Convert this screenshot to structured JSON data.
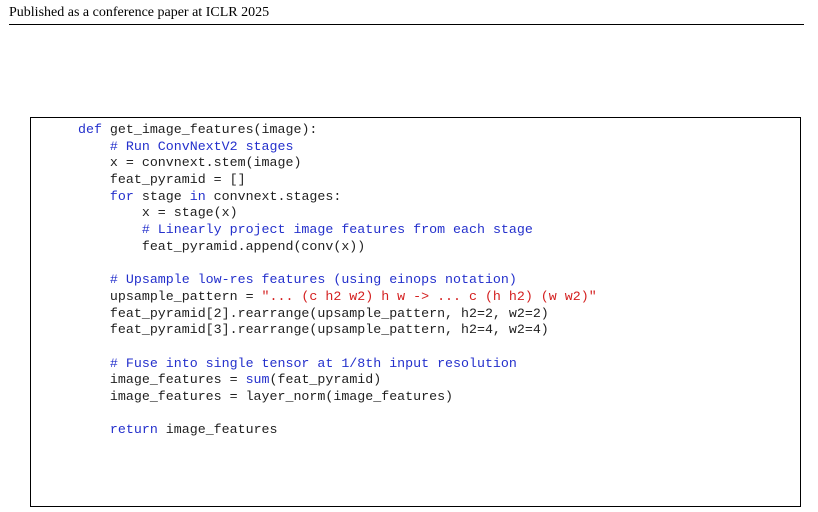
{
  "header": {
    "text": "Published as a conference paper at ICLR 2025"
  },
  "colors": {
    "keyword": "#2430cc",
    "comment": "#2430cc",
    "string": "#d42020",
    "builtin": "#2430cc",
    "plain": "#1f1f1f"
  },
  "code": {
    "lines": [
      [
        {
          "t": "kw",
          "v": "def"
        },
        {
          "t": "plain",
          "v": " get_image_features(image):"
        }
      ],
      [
        {
          "t": "plain",
          "v": "    "
        },
        {
          "t": "cm",
          "v": "# Run ConvNextV2 stages"
        }
      ],
      [
        {
          "t": "plain",
          "v": "    x = convnext.stem(image)"
        }
      ],
      [
        {
          "t": "plain",
          "v": "    feat_pyramid = []"
        }
      ],
      [
        {
          "t": "plain",
          "v": "    "
        },
        {
          "t": "kw",
          "v": "for"
        },
        {
          "t": "plain",
          "v": " stage "
        },
        {
          "t": "kw",
          "v": "in"
        },
        {
          "t": "plain",
          "v": " convnext.stages:"
        }
      ],
      [
        {
          "t": "plain",
          "v": "        x = stage(x)"
        }
      ],
      [
        {
          "t": "plain",
          "v": "        "
        },
        {
          "t": "cm",
          "v": "# Linearly project image features from each stage"
        }
      ],
      [
        {
          "t": "plain",
          "v": "        feat_pyramid.append(conv(x))"
        }
      ],
      [
        {
          "t": "plain",
          "v": ""
        }
      ],
      [
        {
          "t": "plain",
          "v": "    "
        },
        {
          "t": "cm",
          "v": "# Upsample low-res features (using einops notation)"
        }
      ],
      [
        {
          "t": "plain",
          "v": "    upsample_pattern = "
        },
        {
          "t": "str",
          "v": "\"... (c h2 w2) h w -> ... c (h h2) (w w2)\""
        }
      ],
      [
        {
          "t": "plain",
          "v": "    feat_pyramid[2].rearrange(upsample_pattern, h2=2, w2=2)"
        }
      ],
      [
        {
          "t": "plain",
          "v": "    feat_pyramid[3].rearrange(upsample_pattern, h2=4, w2=4)"
        }
      ],
      [
        {
          "t": "plain",
          "v": ""
        }
      ],
      [
        {
          "t": "plain",
          "v": "    "
        },
        {
          "t": "cm",
          "v": "# Fuse into single tensor at 1/8th input resolution"
        }
      ],
      [
        {
          "t": "plain",
          "v": "    image_features = "
        },
        {
          "t": "fn",
          "v": "sum"
        },
        {
          "t": "plain",
          "v": "(feat_pyramid)"
        }
      ],
      [
        {
          "t": "plain",
          "v": "    image_features = layer_norm(image_features)"
        }
      ],
      [
        {
          "t": "plain",
          "v": ""
        }
      ],
      [
        {
          "t": "plain",
          "v": "    "
        },
        {
          "t": "kw",
          "v": "return"
        },
        {
          "t": "plain",
          "v": " image_features"
        }
      ]
    ]
  }
}
